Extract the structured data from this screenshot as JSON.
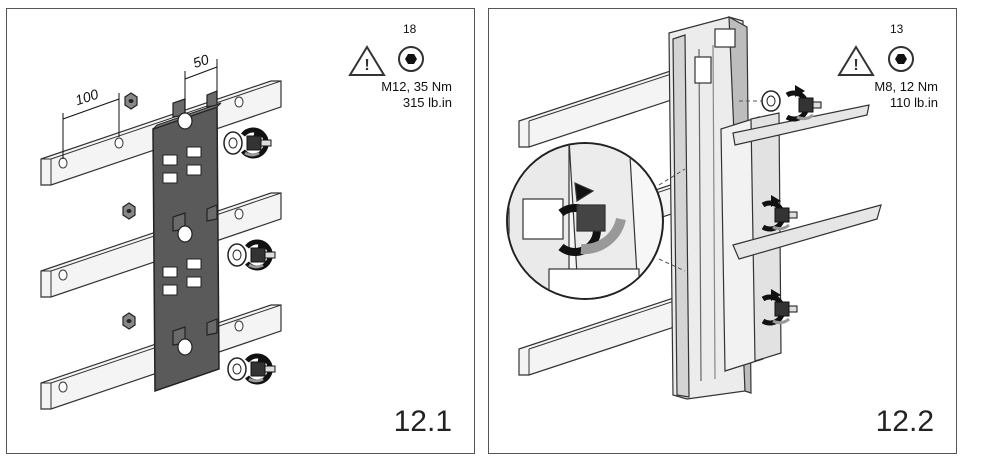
{
  "panels": [
    {
      "number": "12.1",
      "spec": {
        "count": "18",
        "torque": "M12, 35 Nm",
        "imperial": "315 lb.in"
      },
      "dimensions": [
        "100",
        "50"
      ]
    },
    {
      "number": "12.2",
      "spec": {
        "count": "13",
        "torque": "M8, 12 Nm",
        "imperial": "110 lb.in"
      }
    }
  ],
  "icons": [
    "warning-triangle-icon",
    "hex-socket-icon",
    "rotate-arrow-icon",
    "bolt-icon",
    "nut-icon",
    "washer-icon"
  ]
}
